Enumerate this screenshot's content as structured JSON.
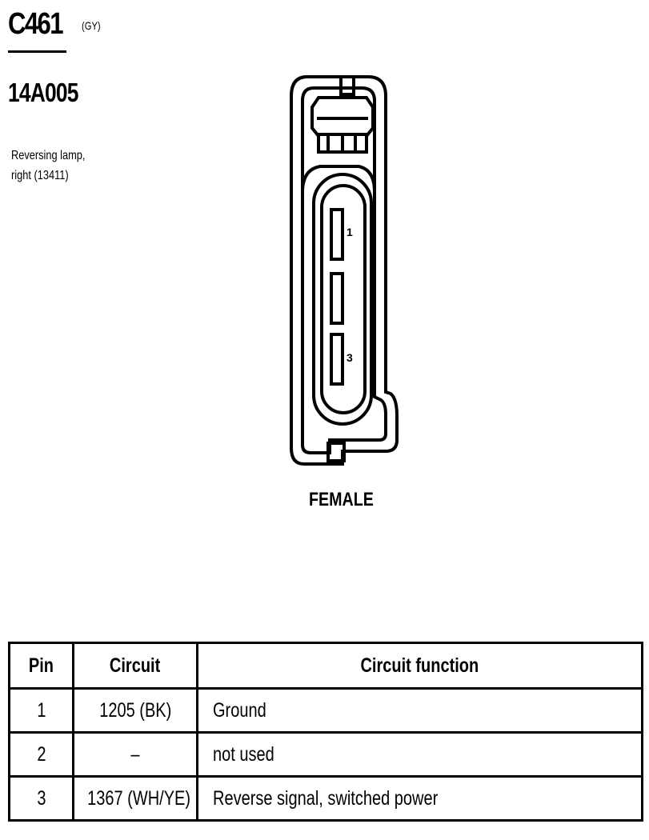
{
  "connector": {
    "id": "C461",
    "color_code": "(GY)",
    "part_number": "14A005",
    "description": "Reversing lamp,\nright (13411)",
    "gender": "FEMALE",
    "pin_labels": [
      "1",
      "3"
    ]
  },
  "pin_table": {
    "headers": [
      "Pin",
      "Circuit",
      "Circuit function"
    ],
    "rows": [
      [
        "1",
        "1205 (BK)",
        "Ground"
      ],
      [
        "2",
        "–",
        "not used"
      ],
      [
        "3",
        "1367 (WH/YE)",
        "Reverse signal, switched power"
      ]
    ]
  }
}
